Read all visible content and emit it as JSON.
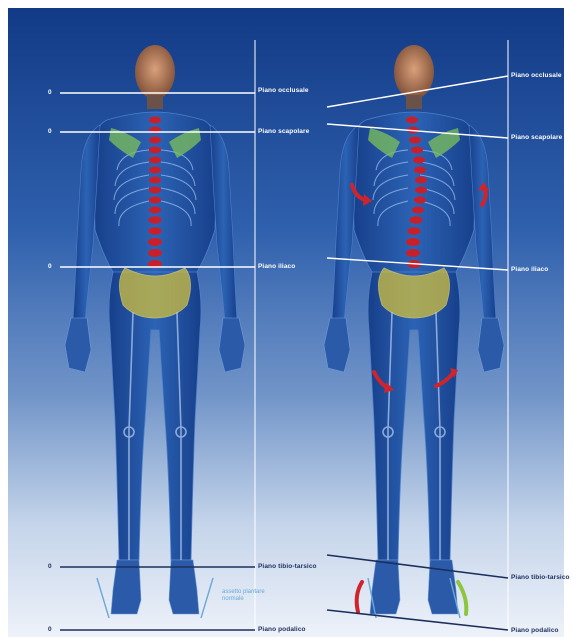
{
  "left_panel": {
    "zero_marker": "0",
    "planes": {
      "occlusal": "Piano occlusale",
      "scapular": "Piano scapolare",
      "iliac": "Piano iliaco",
      "tibio_tarsal": "Piano tibio-tarsico",
      "podalic": "Piano podalico"
    },
    "note_line1": "assetto plantare",
    "note_line2": "normale"
  },
  "right_panel": {
    "planes": {
      "occlusal": "Piano occlusale",
      "scapular": "Piano scapolare",
      "iliac": "Piano iliaco",
      "tibio_tarsal": "Piano tibio-tarsico",
      "podalic": "Piano podalico"
    }
  },
  "colors": {
    "body": "#1f4b99",
    "spine": "#c8202a",
    "pelvis": "#d8c43a",
    "shoulder": "#7ec25a",
    "plane_line_light": "#ffffff",
    "plane_line_dark": "#1c2f5c",
    "arrow_red": "#d0242c",
    "arrow_green": "#8cc63f",
    "foot_guide": "#6aa9d8"
  },
  "figures": [
    "human-figure-left",
    "human-figure-right"
  ]
}
